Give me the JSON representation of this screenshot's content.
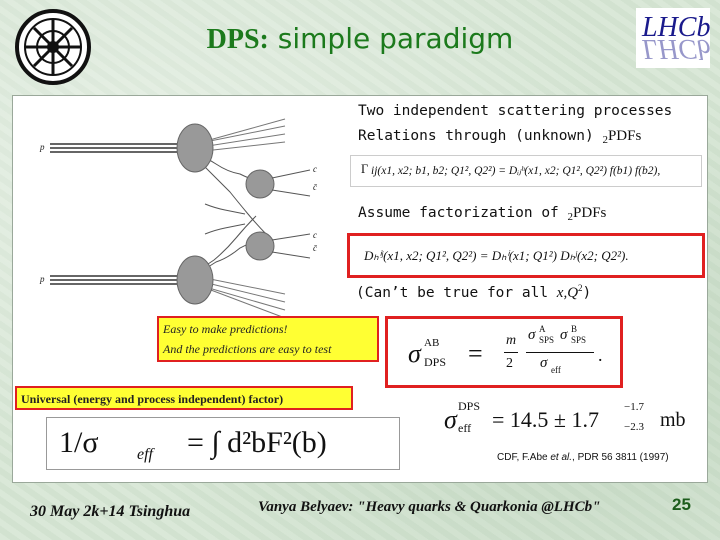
{
  "header": {
    "title_part1": "DPS:",
    "title_part2": " simple paradigm",
    "logo_right_text": "LHCb"
  },
  "diagram": {
    "label_p_top": "p",
    "label_p_bottom": "p",
    "label_c1": "c",
    "label_cbar1": "c̄",
    "label_c2": "c",
    "label_cbar2": "c̄"
  },
  "text": {
    "line1": "Two independent scattering processes",
    "line2_a": "Relations through (unknown) ",
    "line2_b": "2",
    "line2_c": "PDFs",
    "line3_a": "Assume factorization  of ",
    "line3_b": "2",
    "line3_c": "PDFs",
    "line4_a": "(Can’t be true for all ",
    "line4_b": "x,Q",
    "line4_c": "2",
    "line4_d": ")"
  },
  "formulas": {
    "gpd": "Γ",
    "gpd_full": "ij(x1, x2; b1, b2; Q1², Q2²)  =  Dᵢⱼʰ(x1, x2; Q1², Q2²) f(b1) f(b2),",
    "factorization": "Dₕⁱʲ(x1, x2; Q1², Q2²)   =   Dₕⁱ(x1; Q1²) Dₕʲ(x2; Q2²).",
    "sigma_dps_lhs": "σ",
    "sigma_dps_sup": "AB",
    "sigma_dps_sub": "DPS",
    "sigma_eq": "=",
    "m": "m",
    "two": "2",
    "sigma_a": "σ",
    "sps": "SPS",
    "a": "A",
    "b": "B",
    "sigma_eff": "σ",
    "eff": "eff",
    "dot": ".",
    "sigma_eff_lhs": "σ",
    "sigma_eff_sup": "DPS",
    "sigma_eff_sub": "eff",
    "sigma_eff_value": "= 14.5 ± 1.7",
    "sigma_eff_up": "−1.7",
    "sigma_eff_down": "−2.3",
    "sigma_eff_unit": "mb",
    "inv_sigma": "1/σ",
    "inv_sub": "eff",
    "integral": "=  ∫ d²bF²(b)"
  },
  "notes": {
    "easy_line1": "Easy to make predictions!",
    "easy_line2": "And the predictions are easy to test",
    "universal": "Universal (energy and process independent) factor)",
    "cdf_ref_a": "CDF, F.Abe ",
    "cdf_ref_b": "et al.",
    "cdf_ref_c": ", PDR 56 3811 (1997)"
  },
  "footer": {
    "date": "30 May 2k+14 Tsinghua",
    "author": "Vanya Belyaev: \"Heavy quarks & Quarkonia @LHCb\"",
    "page": "25"
  },
  "colors": {
    "title": "#1c7a1c",
    "red_box": "#e02020",
    "note_bg": "#ffff33"
  }
}
